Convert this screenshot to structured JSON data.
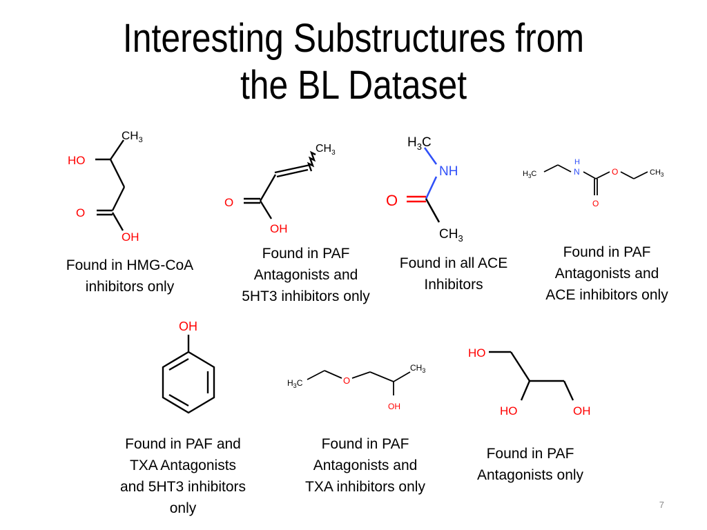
{
  "slide": {
    "title_line1": "Interesting Substructures from",
    "title_line2": "the BL Dataset",
    "page_number": "7"
  },
  "structures": [
    {
      "caption": [
        "Found in HMG-CoA",
        "inhibitors only"
      ]
    },
    {
      "caption": [
        "Found in PAF",
        "Antagonists and",
        "5HT3 inhibitors only"
      ]
    },
    {
      "caption": [
        "Found in all ACE",
        "Inhibitors"
      ]
    },
    {
      "caption": [
        "Found in PAF",
        "Antagonists and",
        "ACE inhibitors only"
      ]
    },
    {
      "caption": [
        "Found in PAF and",
        "TXA Antagonists",
        "and 5HT3 inhibitors",
        "only"
      ]
    },
    {
      "caption": [
        "Found in PAF",
        "Antagonists and",
        "TXA inhibitors only"
      ]
    },
    {
      "caption": [
        "Found in PAF",
        "Antagonists only"
      ]
    }
  ],
  "atom_labels": {
    "ch3": "CH",
    "h3c": "H C",
    "sub3": "3",
    "ho": "HO",
    "oh": "OH",
    "o": "O",
    "nh": "NH",
    "n": "N",
    "h": "H"
  },
  "colors": {
    "oxygen": "#ff0000",
    "nitrogen": "#3050f8",
    "bond": "#000000"
  }
}
